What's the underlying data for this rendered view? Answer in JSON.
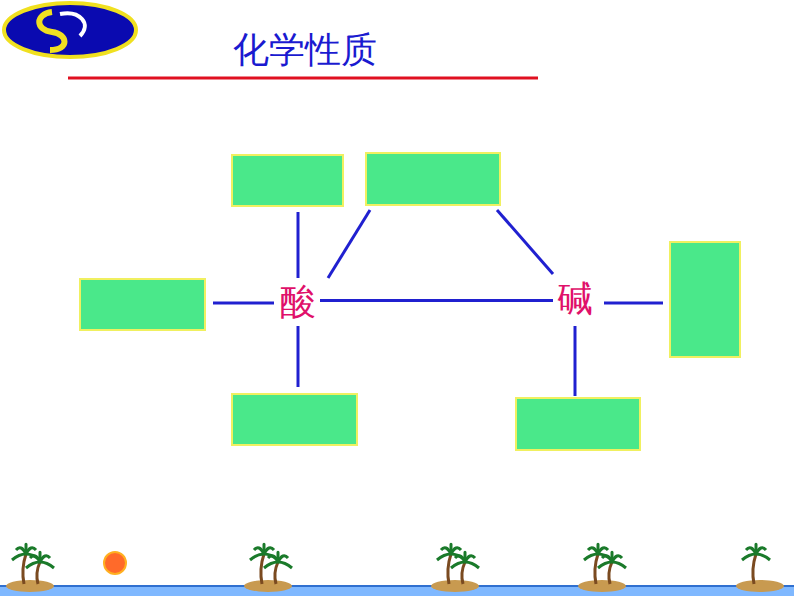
{
  "diagram": {
    "title": "化学性质",
    "nodes": [
      {
        "text": [
          "酸"
        ]
      },
      {
        "text": [
          "碱"
        ]
      }
    ],
    "edges": [
      {
        "from": 0,
        "to": 1,
        "arrow": "none"
      }
    ]
  }
}
